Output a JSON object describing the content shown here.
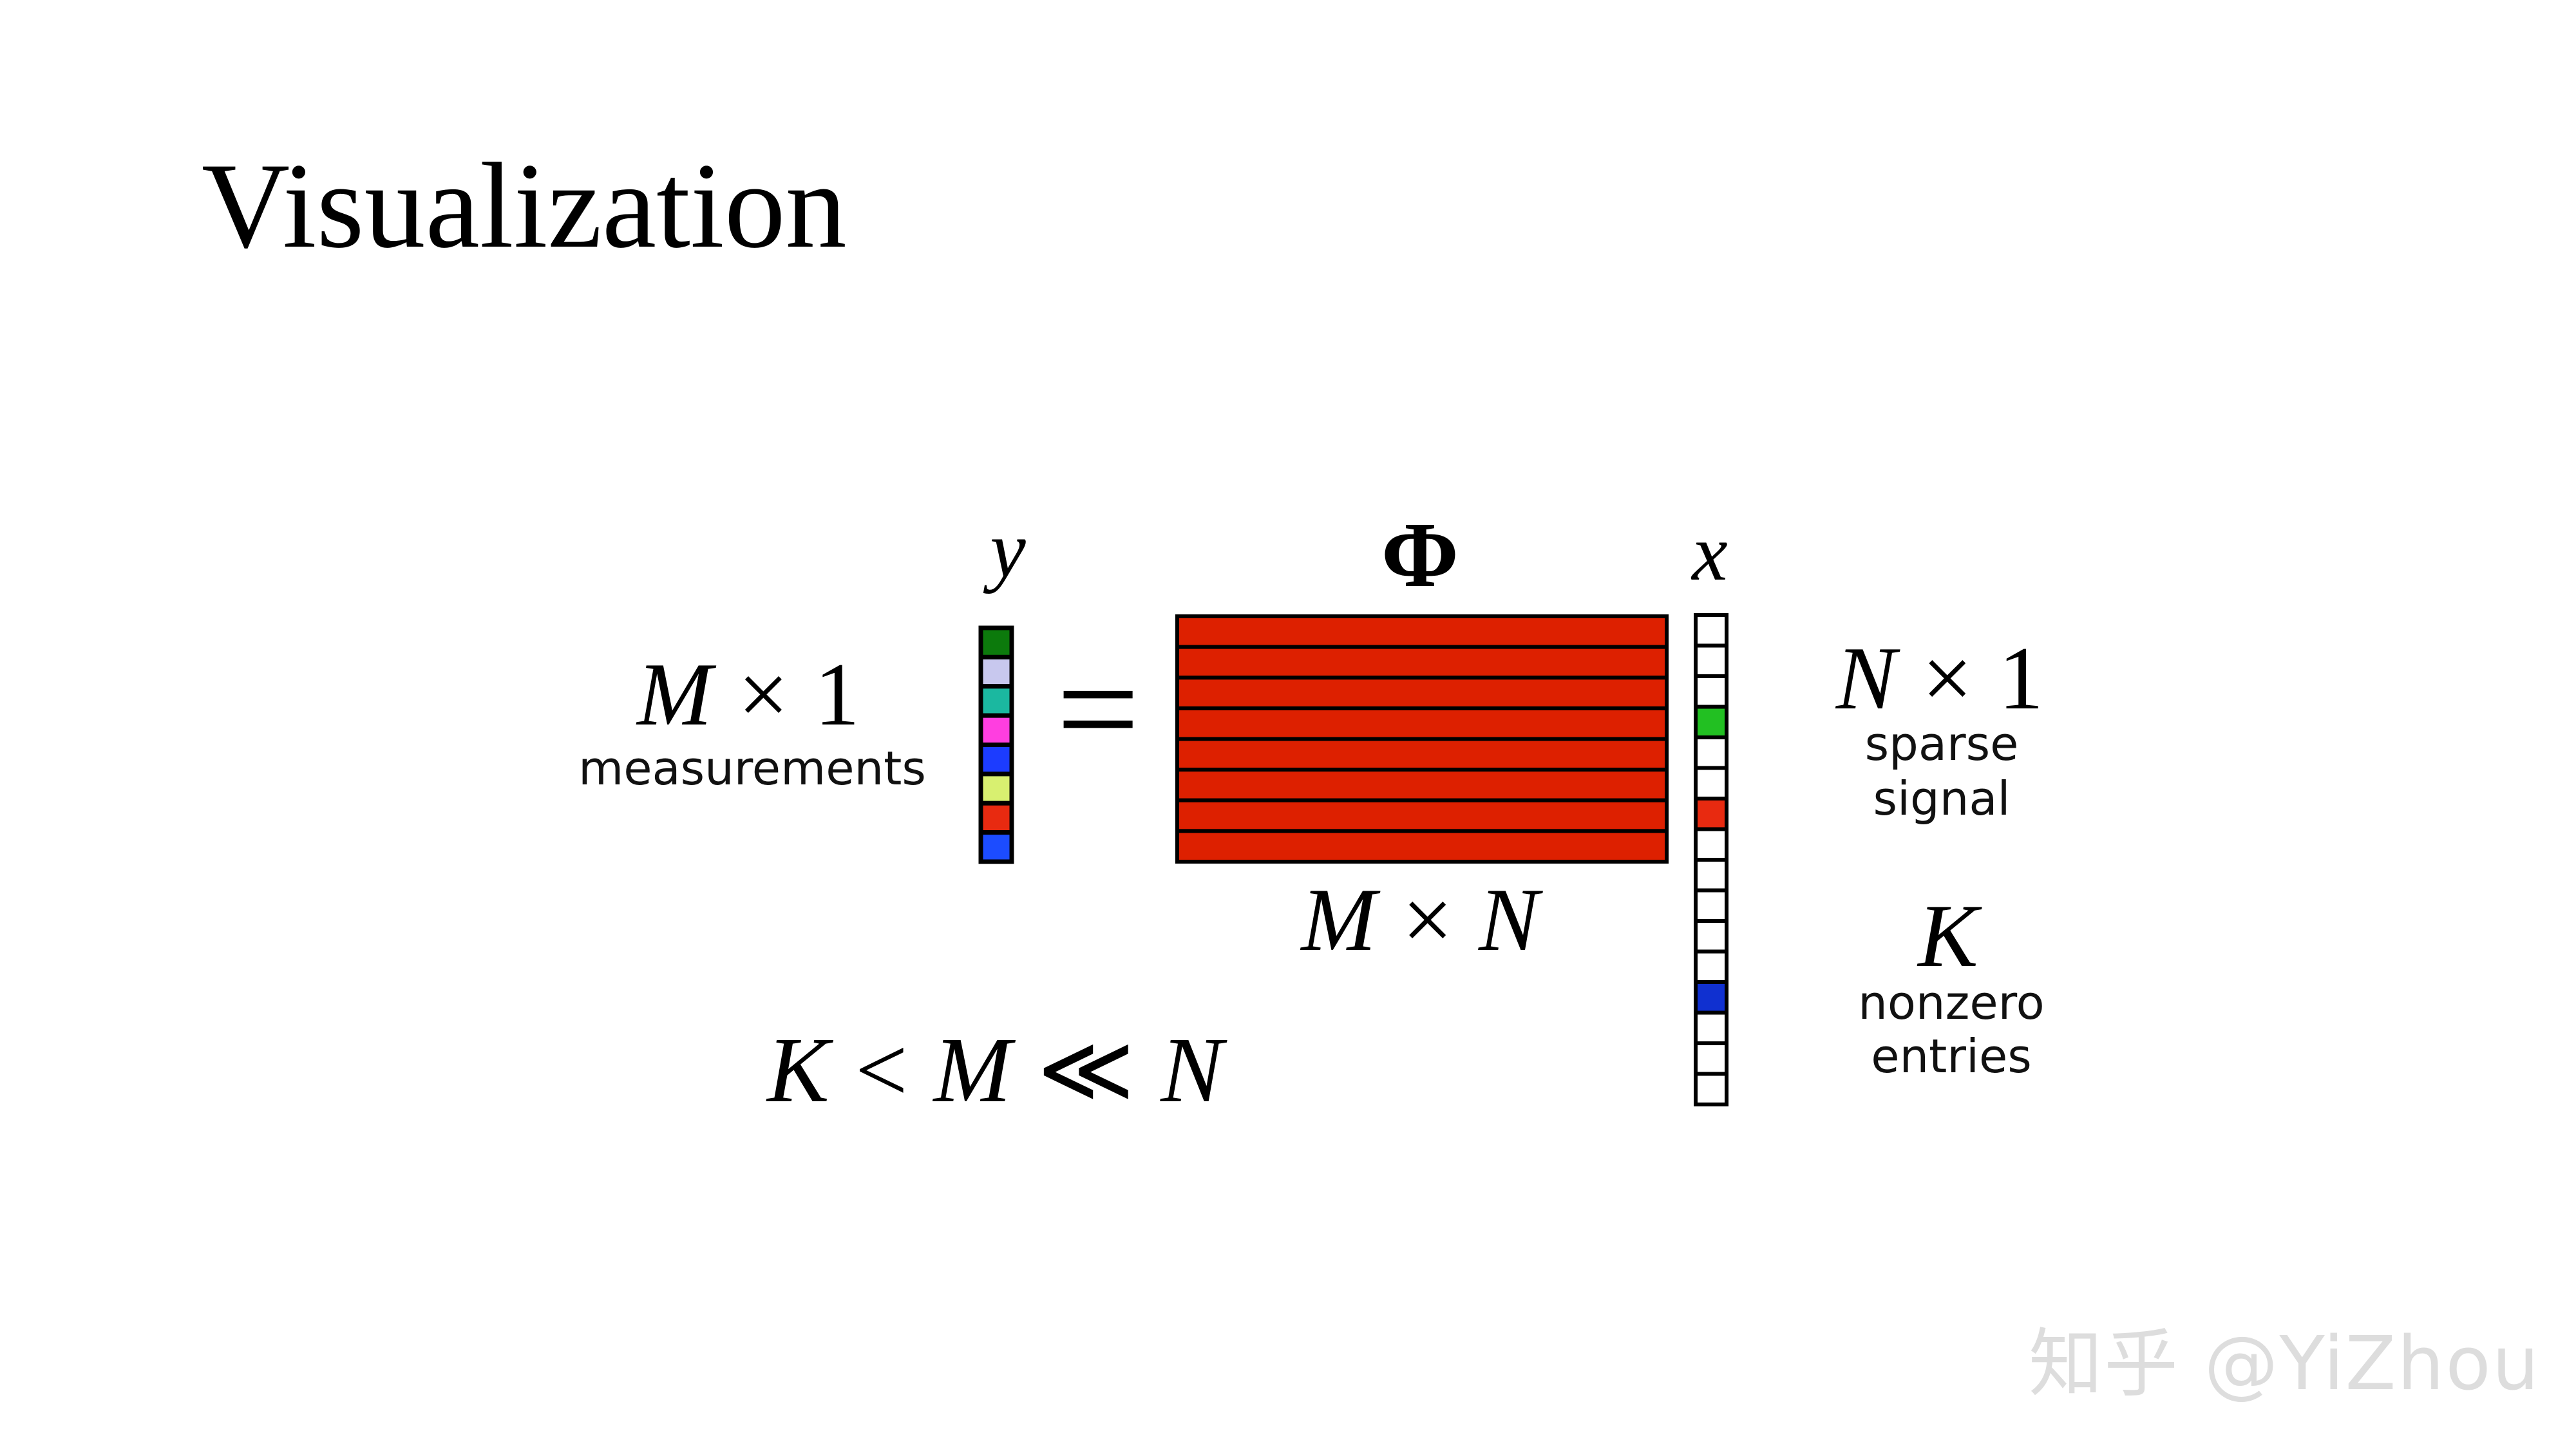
{
  "title": "Visualization",
  "y_vector": {
    "label": "y",
    "cells": [
      "#0c7a0c",
      "#c8c8ee",
      "#1bb8a0",
      "#ff3ee0",
      "#1c3cff",
      "#d8f070",
      "#e82a10",
      "#1c4cff"
    ]
  },
  "equals_sign": "=",
  "matrix": {
    "label": "Φ",
    "rows": 8,
    "fill_color": "#dd2000",
    "dims": {
      "a": "M",
      "times": "×",
      "b": "N"
    }
  },
  "x_vector": {
    "label": "x",
    "cells": [
      "#ffffff",
      "#ffffff",
      "#ffffff",
      "#22c022",
      "#ffffff",
      "#ffffff",
      "#e82a10",
      "#ffffff",
      "#ffffff",
      "#ffffff",
      "#ffffff",
      "#ffffff",
      "#1030d0",
      "#ffffff",
      "#ffffff",
      "#ffffff"
    ]
  },
  "left_annotation": {
    "a": "M",
    "times": "×",
    "b": "1",
    "caption": "measurements"
  },
  "right_annotation": {
    "a": "N",
    "times": "×",
    "b": "1",
    "caption_line1": "sparse",
    "caption_line2": "signal"
  },
  "k_annotation": {
    "symbol": "K",
    "caption_line1": "nonzero",
    "caption_line2": "entries"
  },
  "inequality": {
    "k": "K",
    "lt": "<",
    "m": "M",
    "ll": "≪",
    "n": "N"
  },
  "watermark": "知乎 @YiZhou"
}
